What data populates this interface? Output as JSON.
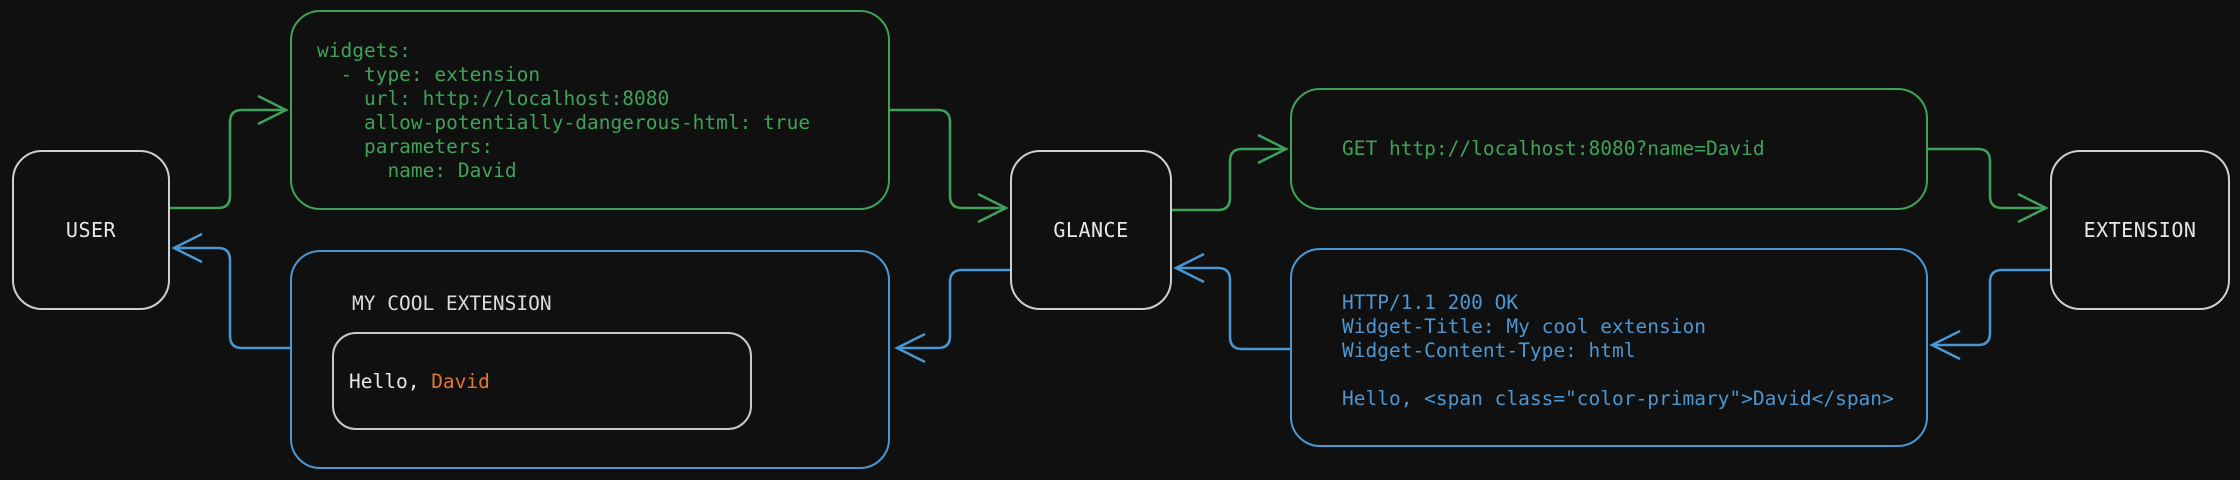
{
  "colors": {
    "bg": "#101010",
    "green": "#3fa15a",
    "blue": "#4b97d3",
    "orange": "#e0762f",
    "node_border": "#cfcfcf",
    "node_text": "#e8e8e8",
    "frame_border": "#c8c8c8",
    "text_bright": "#dcdcdc"
  },
  "nodes": {
    "user": {
      "label": "USER"
    },
    "glance": {
      "label": "GLANCE"
    },
    "extension": {
      "label": "EXTENSION"
    }
  },
  "config_box": {
    "lines": [
      "widgets:",
      "  - type: extension",
      "    url: http://localhost:8080",
      "    allow-potentially-dangerous-html: true",
      "    parameters:",
      "      name: David"
    ]
  },
  "request_box": {
    "text": "GET http://localhost:8080?name=David"
  },
  "response_box": {
    "lines": [
      "HTTP/1.1 200 OK",
      "Widget-Title: My cool extension",
      "Widget-Content-Type: html",
      "",
      "Hello, <span class=\"color-primary\">David</span>"
    ]
  },
  "widget_box": {
    "title": "MY COOL EXTENSION",
    "greeting_prefix": "Hello, ",
    "greeting_name": "David"
  }
}
